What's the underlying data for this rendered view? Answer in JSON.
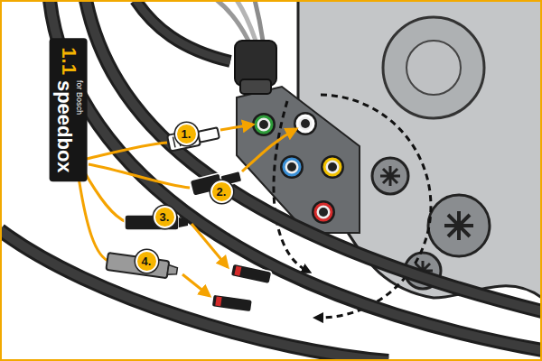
{
  "diagram": {
    "nodes": [
      {
        "text": [
          "1.1",
          "speedbox",
          "for Bosch"
        ]
      },
      {
        "text": [
          "1."
        ]
      },
      {
        "text": [
          "2."
        ]
      },
      {
        "text": [
          "3."
        ]
      },
      {
        "text": [
          "4."
        ]
      }
    ]
  }
}
